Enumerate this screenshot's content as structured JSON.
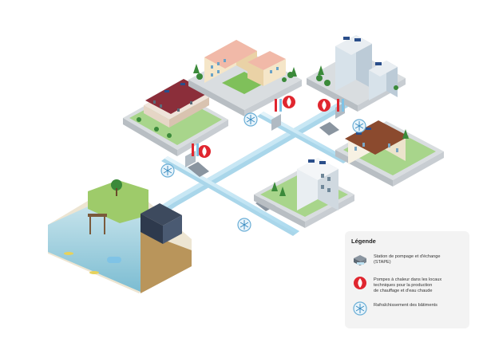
{
  "legend": {
    "title": "Légende",
    "items": [
      {
        "icon": "pump-station-icon",
        "lines": [
          "Station de pompage et d'échange",
          "(STAPE)"
        ]
      },
      {
        "icon": "flame-icon",
        "lines": [
          "Pompes à chaleur dans les locaux",
          "techniques pour la production",
          "de chauffage et d'eau chaude"
        ]
      },
      {
        "icon": "snowflake-icon",
        "lines": [
          "Rafraîchissement des bâtiments"
        ]
      }
    ]
  },
  "colors": {
    "pipe": "#bfe3f3",
    "pipe_edge": "#8cc8e3",
    "platform": "#d9dde0",
    "platform_side": "#b8bec3",
    "grass": "#7dc242",
    "flame_badge": "#e0262f",
    "snow_badge": "#e8f4fb",
    "water": "#5fb0cf",
    "earth": "#b9955b"
  }
}
